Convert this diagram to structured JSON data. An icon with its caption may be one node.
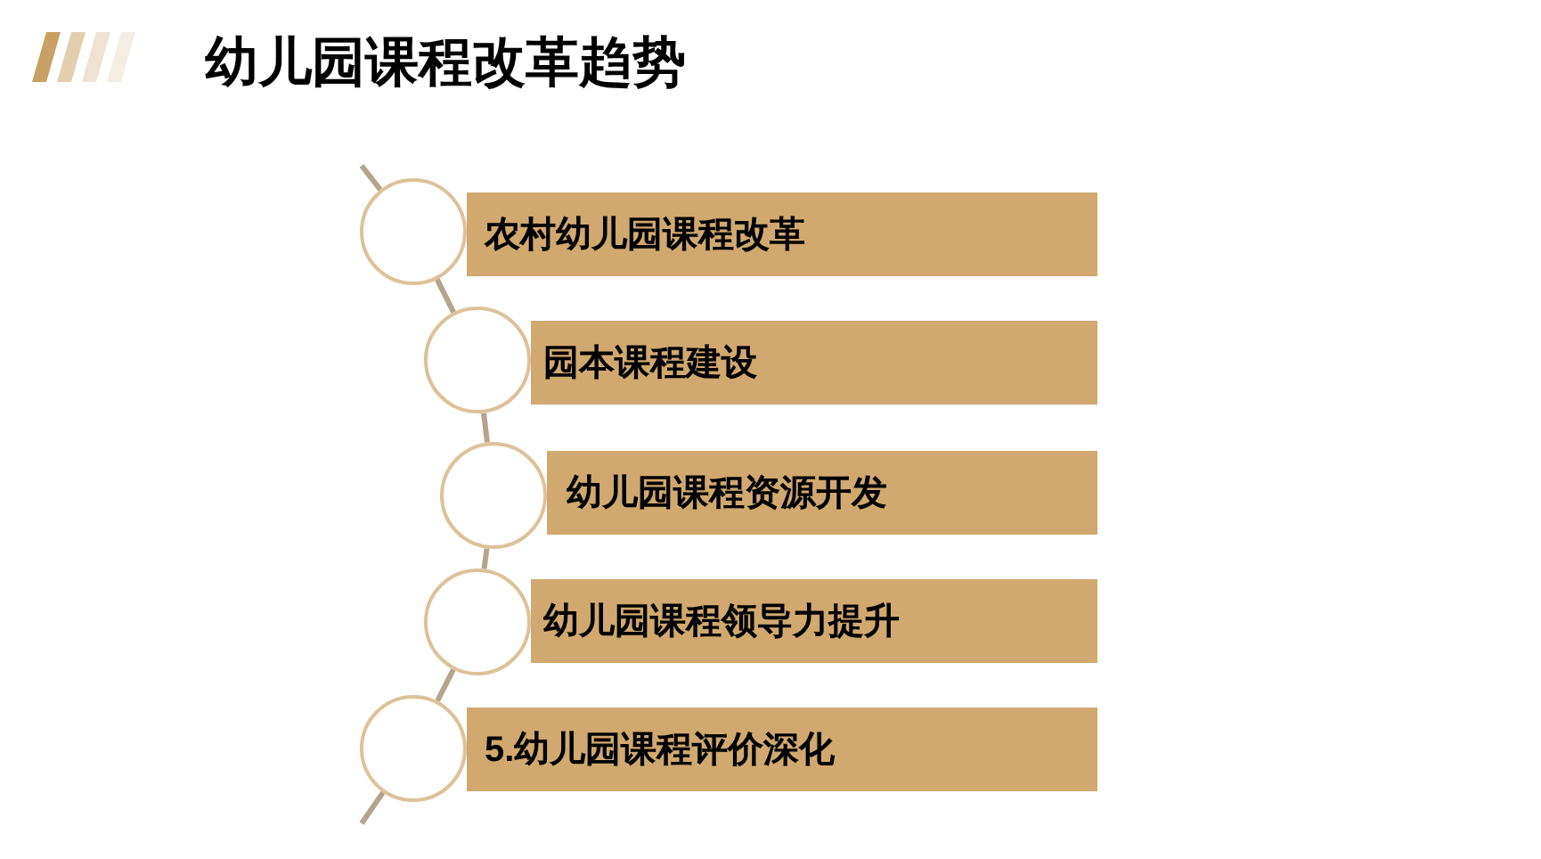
{
  "diagram": {
    "title": "幼儿园课程改革趋势",
    "nodes": [
      {
        "text": [],
        "shape": "circle"
      },
      {
        "text": [
          "农村幼儿园课程改革"
        ]
      },
      {
        "text": [],
        "shape": "circle"
      },
      {
        "text": [
          "园本课程建设"
        ]
      },
      {
        "text": [],
        "shape": "circle"
      },
      {
        "text": [
          "幼儿园课程资源开发"
        ]
      },
      {
        "text": [],
        "shape": "circle"
      },
      {
        "text": [
          "幼儿园课程领导力提升"
        ]
      },
      {
        "text": [],
        "shape": "circle"
      },
      {
        "text": [
          "5.幼儿园课程评价深化"
        ]
      }
    ],
    "edges": [
      {
        "from": null,
        "to": 0,
        "arrow": "none"
      },
      {
        "from": 0,
        "to": 2,
        "arrow": "none"
      },
      {
        "from": 2,
        "to": 4,
        "arrow": "none"
      },
      {
        "from": 4,
        "to": 6,
        "arrow": "none"
      },
      {
        "from": 6,
        "to": 8,
        "arrow": "none"
      },
      {
        "from": 8,
        "to": null,
        "arrow": "none"
      }
    ]
  }
}
